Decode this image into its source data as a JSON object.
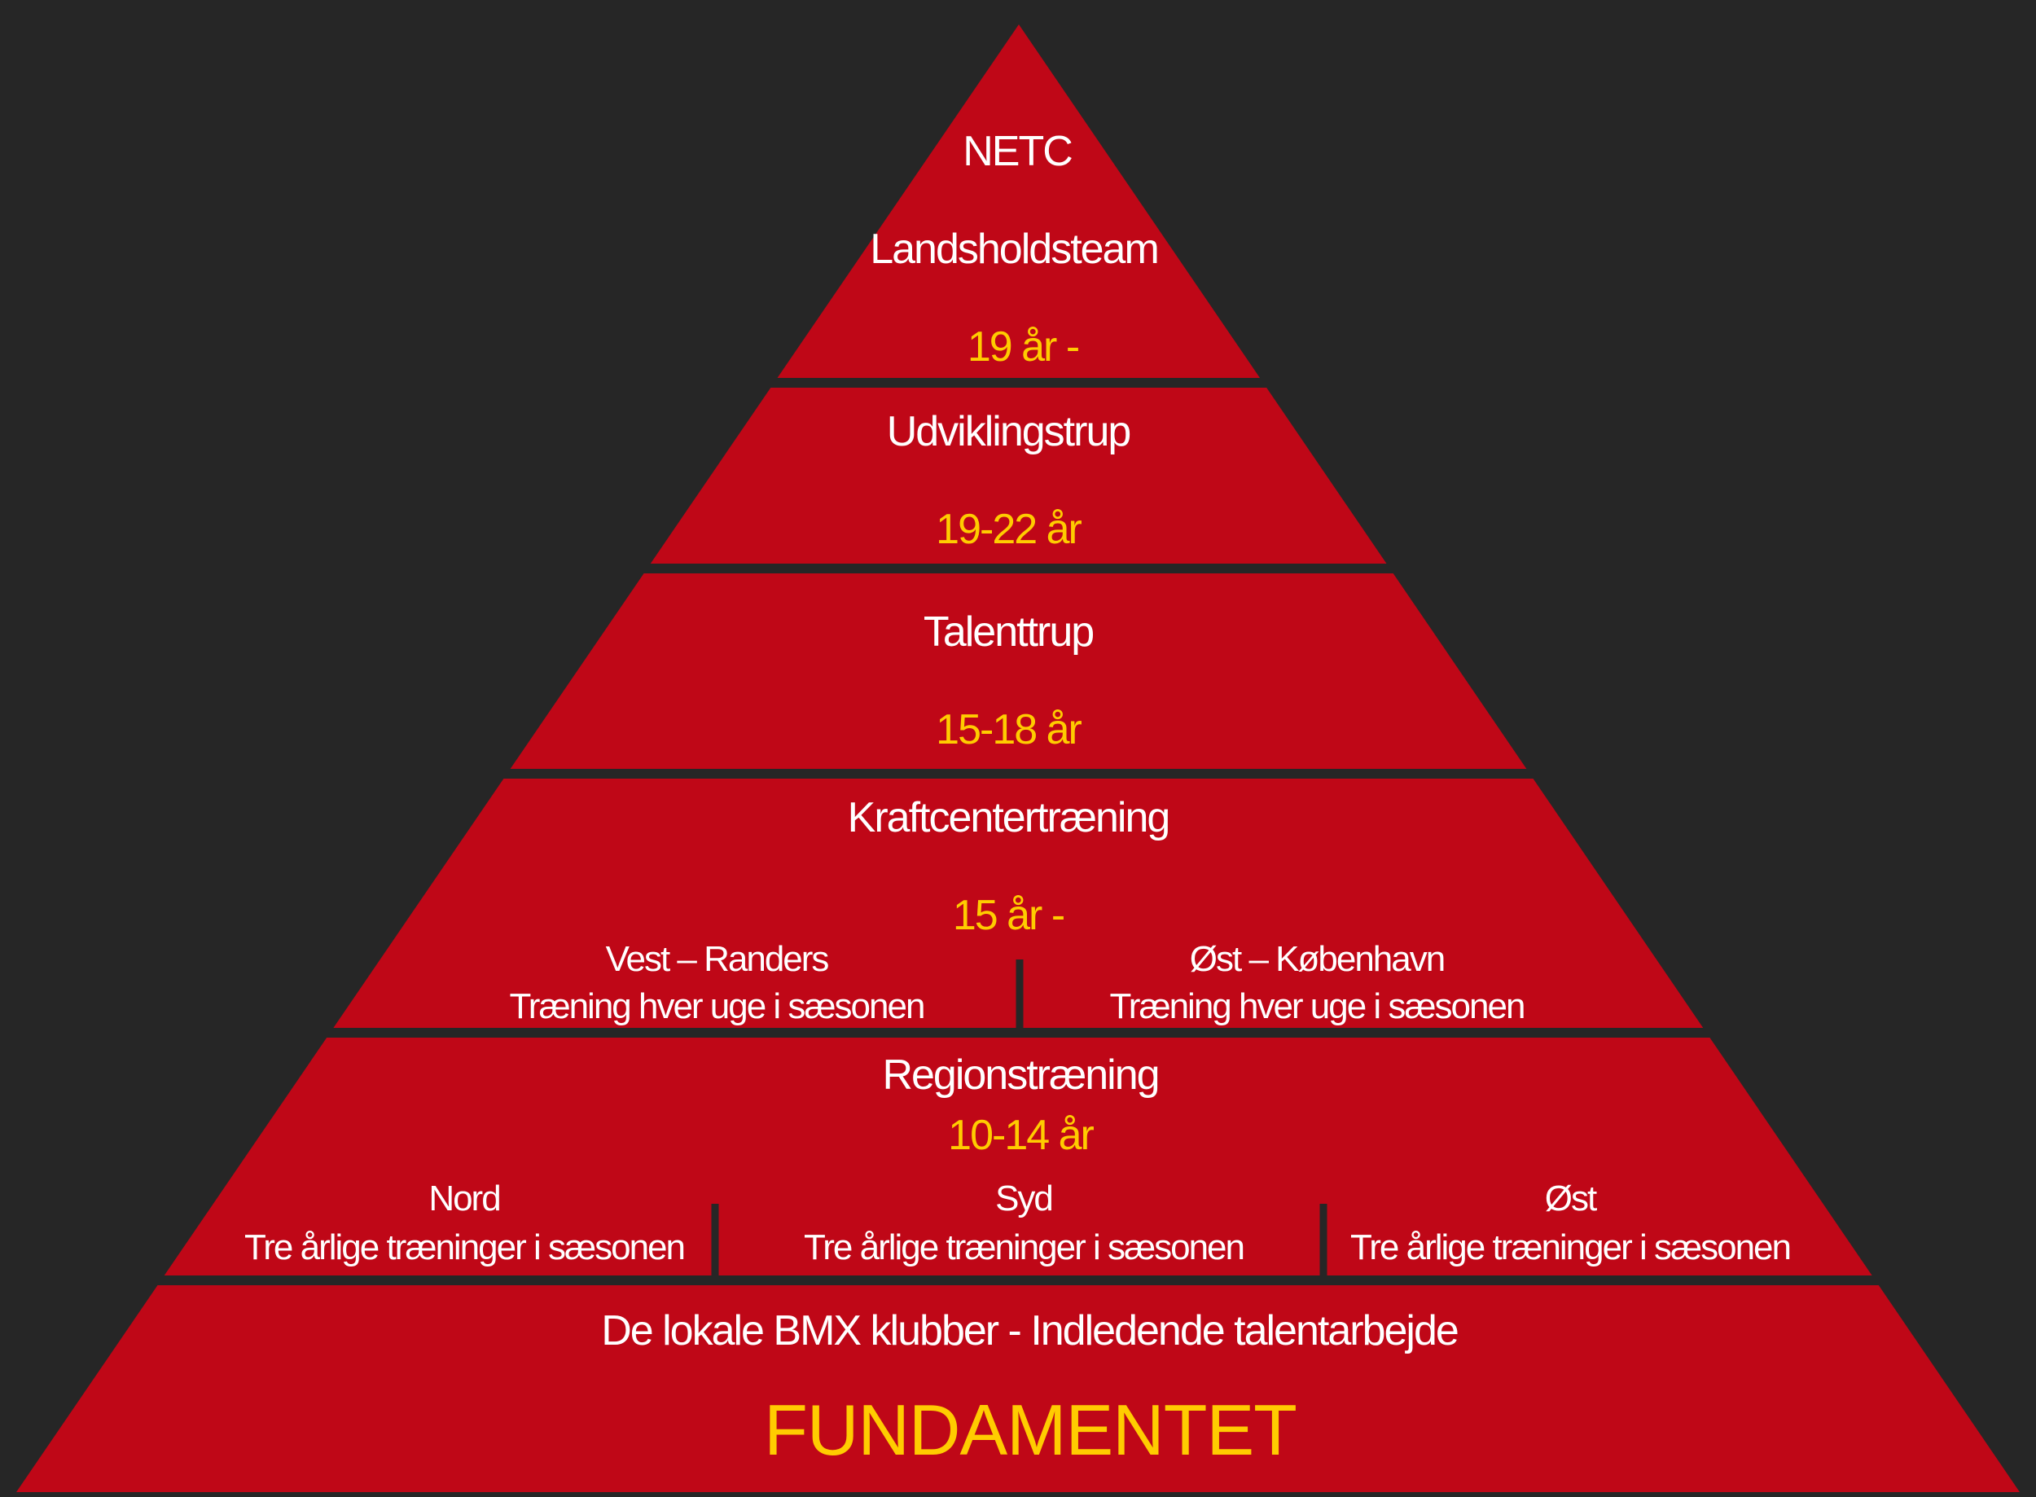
{
  "colors": {
    "background": "#262626",
    "pyramid_fill": "#bf0717",
    "divider": "#262626",
    "label_text": "#ffffff",
    "age_text": "#ffcc00"
  },
  "tiers": [
    {
      "title": "NETC",
      "subtitle": "Landsholdsteam",
      "age": "19 år -"
    },
    {
      "title": "Udviklingstrup",
      "age": "19-22 år"
    },
    {
      "title": "Talenttrup",
      "age": "15-18 år"
    },
    {
      "title": "Kraftcentertræning",
      "age": "15 år -",
      "cells": [
        {
          "name": "Vest – Randers",
          "note": "Træning  hver uge i sæsonen"
        },
        {
          "name": "Øst – København",
          "note": "Træning hver uge i sæsonen"
        }
      ]
    },
    {
      "title": "Regionstræning",
      "age": "10-14 år",
      "cells": [
        {
          "name": "Nord",
          "note": "Tre årlige træninger i sæsonen"
        },
        {
          "name": "Syd",
          "note": "Tre årlige træninger i sæsonen"
        },
        {
          "name": "Øst",
          "note": "Tre årlige træninger i sæsonen"
        }
      ]
    },
    {
      "title": "De lokale BMX klubber - Indledende talentarbejde",
      "footer": "FUNDAMENTET"
    }
  ]
}
